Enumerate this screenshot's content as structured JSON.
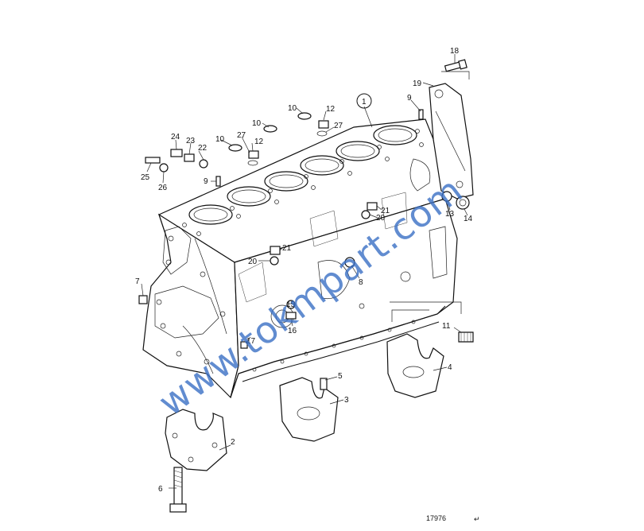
{
  "diagram": {
    "labels": [
      {
        "id": "1",
        "text": "1"
      },
      {
        "id": "2",
        "text": "2"
      },
      {
        "id": "3",
        "text": "3"
      },
      {
        "id": "4",
        "text": "4"
      },
      {
        "id": "5",
        "text": "5"
      },
      {
        "id": "6",
        "text": "6"
      },
      {
        "id": "7",
        "text": "7"
      },
      {
        "id": "8",
        "text": "8"
      },
      {
        "id": "9a",
        "text": "9"
      },
      {
        "id": "9b",
        "text": "9"
      },
      {
        "id": "10a",
        "text": "10"
      },
      {
        "id": "10b",
        "text": "10"
      },
      {
        "id": "10c",
        "text": "10"
      },
      {
        "id": "11",
        "text": "11"
      },
      {
        "id": "12a",
        "text": "12"
      },
      {
        "id": "12b",
        "text": "12"
      },
      {
        "id": "13",
        "text": "13"
      },
      {
        "id": "14",
        "text": "14"
      },
      {
        "id": "15",
        "text": "15"
      },
      {
        "id": "16",
        "text": "16"
      },
      {
        "id": "17",
        "text": "17"
      },
      {
        "id": "18",
        "text": "18"
      },
      {
        "id": "19",
        "text": "19"
      },
      {
        "id": "20a",
        "text": "20"
      },
      {
        "id": "20b",
        "text": "20"
      },
      {
        "id": "21a",
        "text": "21"
      },
      {
        "id": "21b",
        "text": "21"
      },
      {
        "id": "22",
        "text": "22"
      },
      {
        "id": "23",
        "text": "23"
      },
      {
        "id": "24",
        "text": "24"
      },
      {
        "id": "25",
        "text": "25"
      },
      {
        "id": "26",
        "text": "26"
      },
      {
        "id": "27a",
        "text": "27"
      },
      {
        "id": "27b",
        "text": "27"
      }
    ],
    "figure_number": "17976",
    "return_mark": "↵",
    "watermark": "www.tokmpart.com"
  }
}
